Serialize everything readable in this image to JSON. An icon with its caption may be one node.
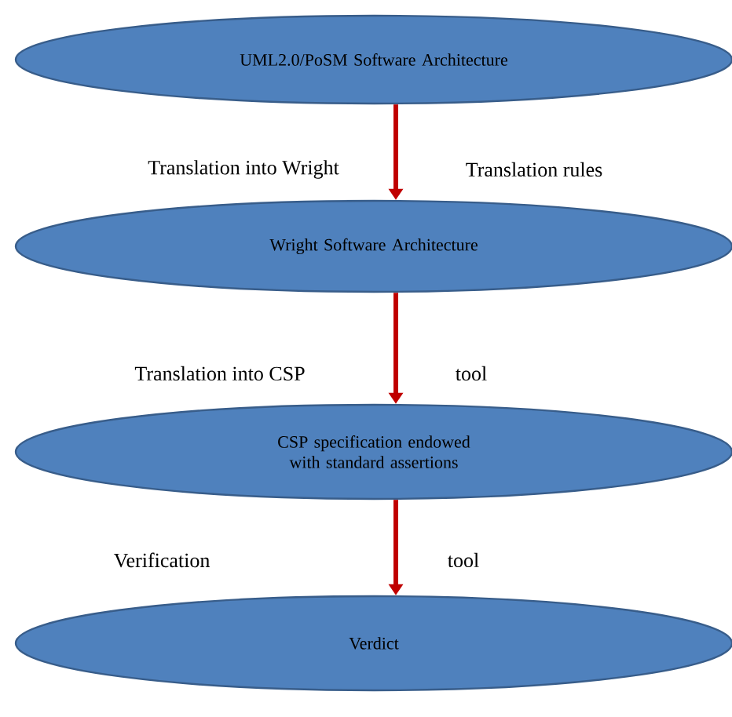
{
  "diagram": {
    "nodes": [
      {
        "text": [
          "UML2.0/PoSM Software Architecture"
        ]
      },
      {
        "text": [
          "Wright Software Architecture"
        ]
      },
      {
        "text": [
          "CSP specification endowed with standard assertions"
        ]
      },
      {
        "text": [
          "Verdict"
        ]
      }
    ],
    "edges": [
      {
        "from": 0,
        "to": 1,
        "arrow": "to"
      },
      {
        "from": 1,
        "to": 2,
        "arrow": "to"
      },
      {
        "from": 2,
        "to": 3,
        "arrow": "to"
      }
    ],
    "labels": [
      "Translation into Wright",
      "Translation rules",
      "Translation into CSP",
      "tool",
      "Verification",
      "tool"
    ]
  }
}
